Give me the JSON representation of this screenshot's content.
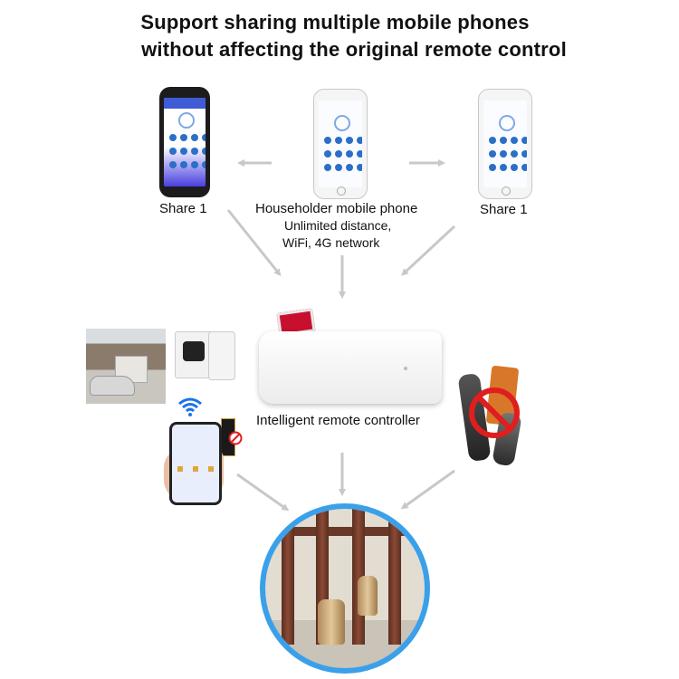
{
  "heading": {
    "line1": "Support sharing multiple mobile phones",
    "line2": "without affecting the original remote control"
  },
  "labels": {
    "share_left": "Share 1",
    "share_right": "Share 1",
    "householder": "Householder mobile phone",
    "unlimited": "Unlimited distance,",
    "network": "WiFi, 4G network",
    "controller": "Intelligent remote controller"
  },
  "colors": {
    "arrow": "#c8c8c8",
    "gate_border": "#3aa0ea",
    "usb_red": "#c8102e",
    "prohibit_red": "#e01e1e"
  },
  "icons": [
    "wifi-icon",
    "prohibited-icon"
  ]
}
